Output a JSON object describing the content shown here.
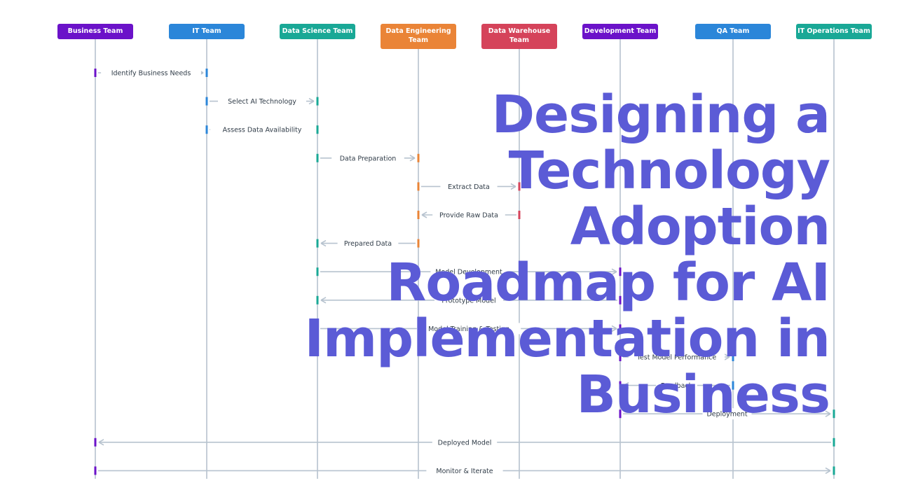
{
  "title": "Designing a Technology Adoption Roadmap for AI Implementation in Business",
  "title_color": "#5b5bd6",
  "participants": [
    {
      "id": "business",
      "lines": [
        "Business Team"
      ],
      "color": "#6b12c9"
    },
    {
      "id": "it",
      "lines": [
        "IT Team"
      ],
      "color": "#2b86d9"
    },
    {
      "id": "ds",
      "lines": [
        "Data Science Team"
      ],
      "color": "#19a896"
    },
    {
      "id": "de",
      "lines": [
        "Data Engineering",
        "Team"
      ],
      "color": "#ea8437"
    },
    {
      "id": "dw",
      "lines": [
        "Data Warehouse",
        "Team"
      ],
      "color": "#d5435a"
    },
    {
      "id": "dev",
      "lines": [
        "Development Team"
      ],
      "color": "#6b12c9"
    },
    {
      "id": "qa",
      "lines": [
        "QA Team"
      ],
      "color": "#2b86d9"
    },
    {
      "id": "itops",
      "lines": [
        "IT Operations Team"
      ],
      "color": "#19a896"
    }
  ],
  "messages": [
    {
      "from": "business",
      "to": "it",
      "label": "Identify Business Needs"
    },
    {
      "from": "it",
      "to": "ds",
      "label": "Select AI Technology"
    },
    {
      "from": "it",
      "to": "ds",
      "label": "Assess Data Availability"
    },
    {
      "from": "ds",
      "to": "de",
      "label": "Data Preparation"
    },
    {
      "from": "de",
      "to": "dw",
      "label": "Extract Data"
    },
    {
      "from": "dw",
      "to": "de",
      "label": "Provide Raw Data"
    },
    {
      "from": "de",
      "to": "ds",
      "label": "Prepared Data"
    },
    {
      "from": "ds",
      "to": "dev",
      "label": "Model Development"
    },
    {
      "from": "dev",
      "to": "ds",
      "label": "Prototype Model"
    },
    {
      "from": "ds",
      "to": "dev",
      "label": "Model Training & Testing"
    },
    {
      "from": "dev",
      "to": "qa",
      "label": "Test Model Performance"
    },
    {
      "from": "qa",
      "to": "dev",
      "label": "Feedback"
    },
    {
      "from": "dev",
      "to": "itops",
      "label": "Deployment"
    },
    {
      "from": "itops",
      "to": "business",
      "label": "Deployed Model"
    },
    {
      "from": "business",
      "to": "itops",
      "label": "Monitor & Iterate"
    }
  ]
}
